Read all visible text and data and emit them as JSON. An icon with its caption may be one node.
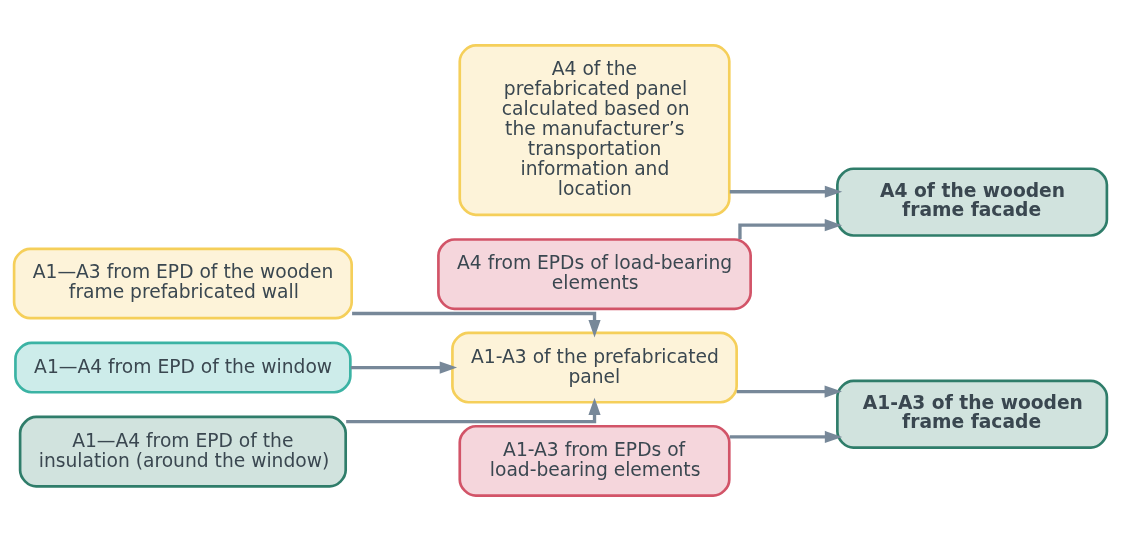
{
  "diagram": {
    "nodes": [
      {
        "text": [
          "A1—A3 from EPD of the wooden frame prefabricated wall"
        ]
      },
      {
        "text": [
          "A1—A4 from EPD of the window"
        ]
      },
      {
        "text": [
          "A1—A4 from EPD of the insulation (around the window)"
        ]
      },
      {
        "text": [
          "A1-A3 of the prefabricated panel"
        ]
      },
      {
        "text": [
          "A1-A3 from EPDs of load-bearing elements"
        ]
      },
      {
        "text": [
          "A4 of the prefabricated panel calculated based on the manufacturer’s transportation information and location"
        ]
      },
      {
        "text": [
          "A4 from EPDs of load-bearing elements"
        ]
      },
      {
        "text": [
          "A1-A3 of the wooden frame facade"
        ]
      },
      {
        "text": [
          "A4 of the wooden frame facade"
        ]
      }
    ],
    "edges": [
      {
        "from": 0,
        "to": 3,
        "arrow": "to"
      },
      {
        "from": 1,
        "to": 3,
        "arrow": "to"
      },
      {
        "from": 2,
        "to": 3,
        "arrow": "to"
      },
      {
        "from": 3,
        "to": 7,
        "arrow": "to"
      },
      {
        "from": 4,
        "to": 7,
        "arrow": "to"
      },
      {
        "from": 5,
        "to": 8,
        "arrow": "to"
      },
      {
        "from": 6,
        "to": 8,
        "arrow": "to"
      }
    ]
  }
}
